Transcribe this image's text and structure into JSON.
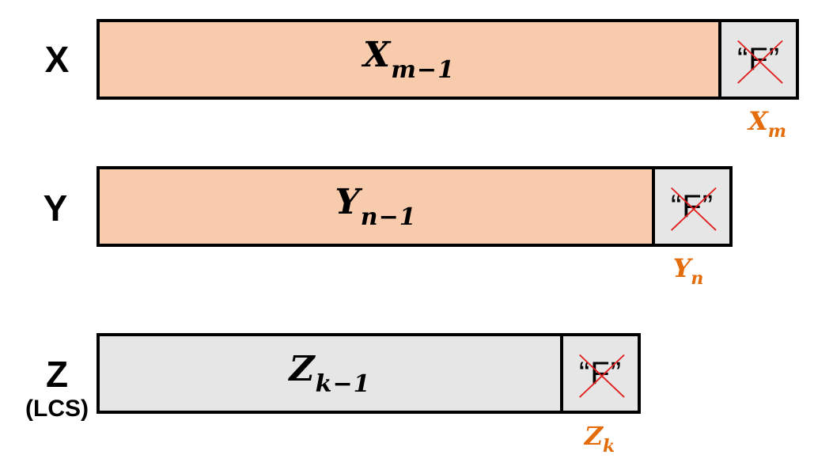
{
  "rows": [
    {
      "label": "X",
      "sublabel": "",
      "prefix_symbol": "X",
      "prefix_subscript": "m−1",
      "last_char": "“F”",
      "last_symbol": "X",
      "last_subscript": "m",
      "prefix_color": "#f8cbad"
    },
    {
      "label": "Y",
      "sublabel": "",
      "prefix_symbol": "Y",
      "prefix_subscript": "n−1",
      "last_char": "“F”",
      "last_symbol": "Y",
      "last_subscript": "n",
      "prefix_color": "#f8cbad"
    },
    {
      "label": "Z",
      "sublabel": "(LCS)",
      "prefix_symbol": "Z",
      "prefix_subscript": "k−1",
      "last_char": "“F”",
      "last_symbol": "Z",
      "last_subscript": "k",
      "prefix_color": "#e6e6e6"
    }
  ],
  "colors": {
    "highlight": "#e46c0a",
    "cross": "#e0201e",
    "last_cell": "#e6e6e6"
  }
}
